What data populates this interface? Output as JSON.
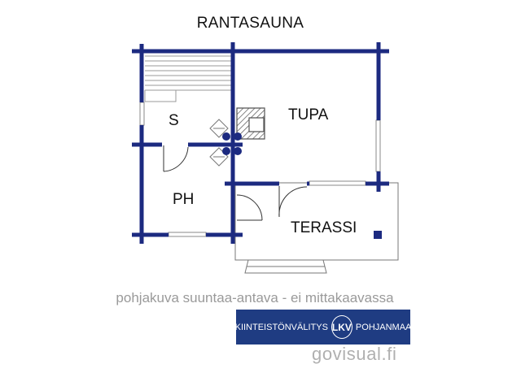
{
  "plan": {
    "title": "RANTASAUNA",
    "rooms": {
      "s": "S",
      "tupa": "TUPA",
      "ph": "PH",
      "terassi": "TERASSI"
    },
    "wall_color": "#1c2a80"
  },
  "caption": "pohjakuva suuntaa-antava - ei mittakaavassa",
  "brand": {
    "left": "KIINTEISTÖNVÄLITYS",
    "logo": "LKV",
    "right": "POHJANMAA",
    "background": "#1f3c82"
  },
  "website": "govisual.fi"
}
